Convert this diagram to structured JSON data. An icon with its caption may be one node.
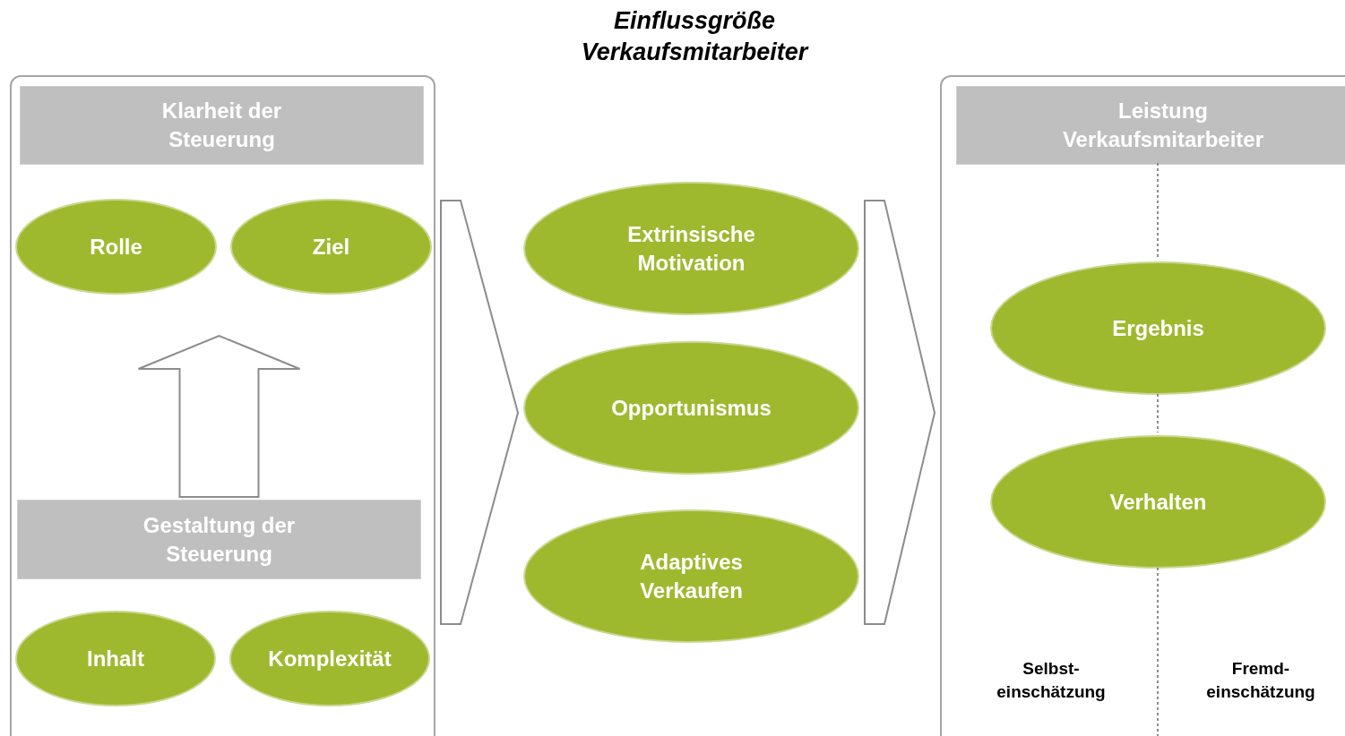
{
  "diagram": {
    "title": "Einflussgröße Verkaufsmitarbeiter",
    "nodes": [
      {
        "text": [],
        "shape": "box"
      },
      {
        "text": [
          "Klarheit der Steuerung"
        ],
        "in": 0
      },
      {
        "text": [
          "Rolle"
        ],
        "in": 0
      },
      {
        "text": [
          "Ziel"
        ],
        "in": 0
      },
      {
        "text": [
          "Gestaltung der Steuerung"
        ],
        "in": 0
      },
      {
        "text": [
          "Inhalt"
        ],
        "in": 0
      },
      {
        "text": [
          "Komplexität"
        ],
        "in": 0
      },
      {
        "text": [
          "Extrinsische Motivation"
        ]
      },
      {
        "text": [
          "Opportunismus"
        ]
      },
      {
        "text": [
          "Adaptives Verkaufen"
        ]
      },
      {
        "text": [],
        "shape": "box"
      },
      {
        "text": [
          "Leistung Verkaufsmitarbeiter"
        ],
        "in": 10
      },
      {
        "text": [
          "Ergebnis"
        ],
        "in": 10
      },
      {
        "text": [
          "Verhalten"
        ],
        "in": 10
      }
    ],
    "edges": [
      {
        "from": 4,
        "to": null,
        "arrow": "to"
      },
      {
        "from": 0,
        "to": 8,
        "arrow": "to"
      },
      {
        "from": 8,
        "to": 10,
        "arrow": "to"
      }
    ],
    "labels": [
      "Selbst- einschätzung",
      "Fremd- einschätzung"
    ]
  }
}
